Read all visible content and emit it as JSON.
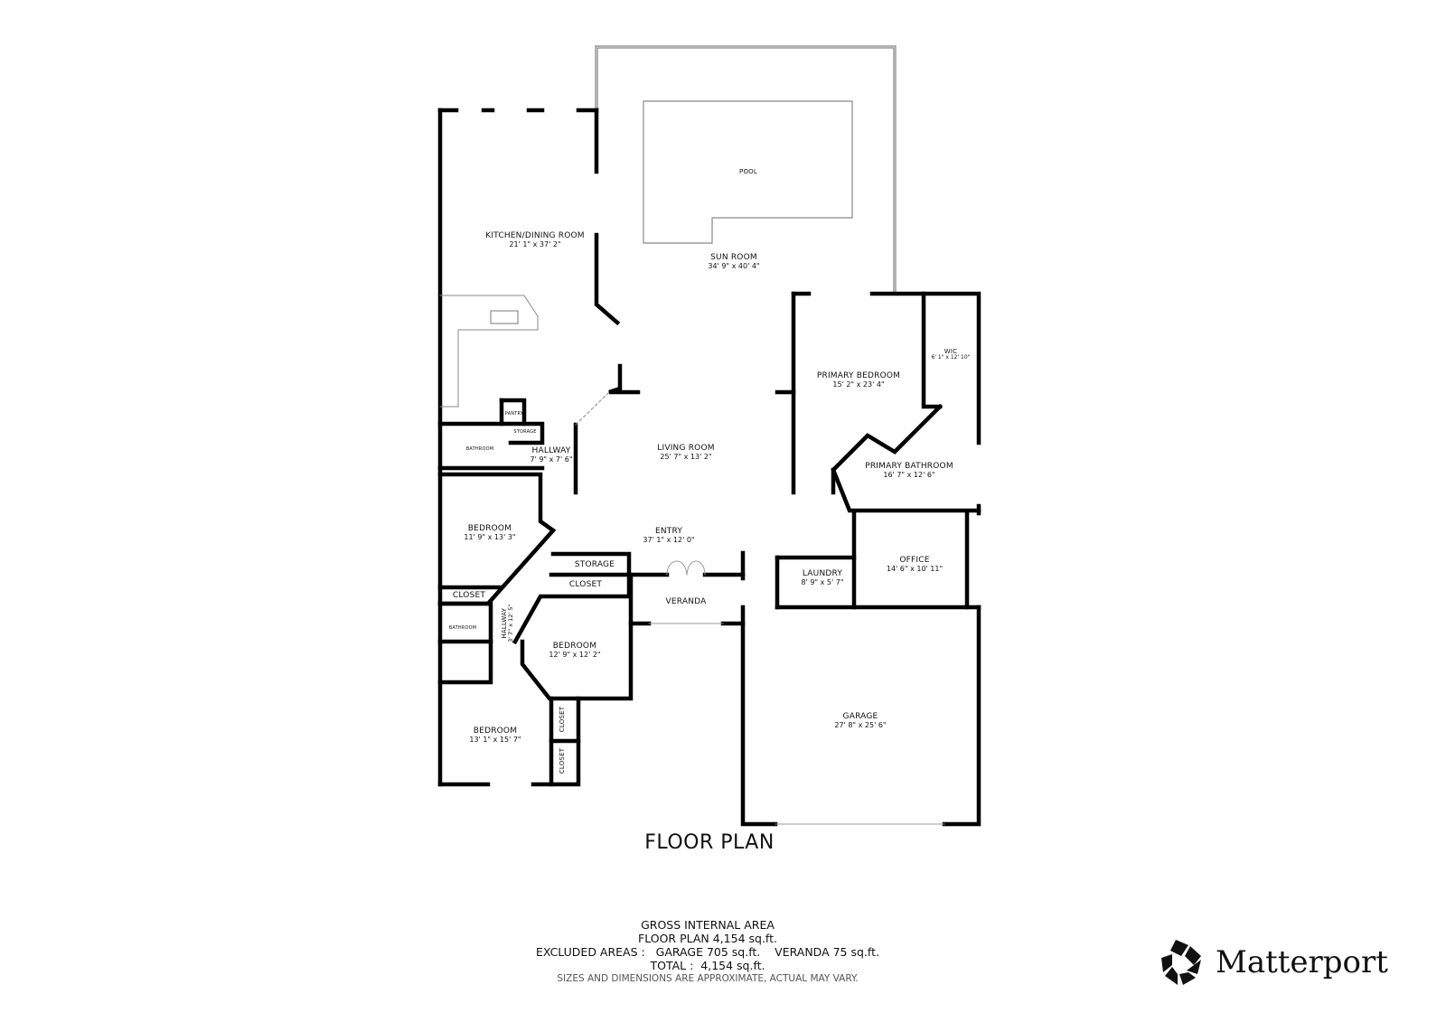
{
  "title": "FLOOR PLAN",
  "rooms": [
    {
      "name": "POOL",
      "dims": ""
    },
    {
      "name": "SUN ROOM",
      "dims": "34' 9\" x 40' 4\""
    },
    {
      "name": "KITCHEN/DINING ROOM",
      "dims": "21' 1\" x 37' 2\""
    },
    {
      "name": "PANTRY",
      "dims": ""
    },
    {
      "name": "STORAGE",
      "dims": ""
    },
    {
      "name": "BATHROOM",
      "dims": ""
    },
    {
      "name": "HALLWAY",
      "dims": "7' 9\" x 7' 6\""
    },
    {
      "name": "LIVING ROOM",
      "dims": "25' 7\" x 13' 2\""
    },
    {
      "name": "PRIMARY BEDROOM",
      "dims": "15' 2\" x 23' 4\""
    },
    {
      "name": "WIC",
      "dims": "6' 1\" x 12' 10\""
    },
    {
      "name": "PRIMARY BATHROOM",
      "dims": "16' 7\" x 12' 6\""
    },
    {
      "name": "BEDROOM",
      "dims": "11' 9\" x 13' 3\""
    },
    {
      "name": "ENTRY",
      "dims": "37' 1\" x 12' 0\""
    },
    {
      "name": "STORAGE",
      "dims": ""
    },
    {
      "name": "CLOSET",
      "dims": ""
    },
    {
      "name": "CLOSET",
      "dims": ""
    },
    {
      "name": "VERANDA",
      "dims": ""
    },
    {
      "name": "LAUNDRY",
      "dims": "8' 9\" x 5' 7\""
    },
    {
      "name": "OFFICE",
      "dims": "14' 6\" x 10' 11\""
    },
    {
      "name": "BATHROOM",
      "dims": ""
    },
    {
      "name": "HALLWAY",
      "dims": "3' 7\" x 12' 5\""
    },
    {
      "name": "BEDROOM",
      "dims": "12' 9\" x 12' 2\""
    },
    {
      "name": "BEDROOM",
      "dims": "13' 1\" x 15' 7\""
    },
    {
      "name": "CLOSET",
      "dims": ""
    },
    {
      "name": "CLOSET",
      "dims": ""
    },
    {
      "name": "GARAGE",
      "dims": "27' 8\" x 25' 6\""
    }
  ],
  "area_summary": {
    "heading": "GROSS INTERNAL AREA",
    "floor_plan": "FLOOR PLAN 4,154 sq.ft.",
    "excluded": "EXCLUDED AREAS :   GARAGE 705 sq.ft.    VERANDA 75 sq.ft.",
    "total": "TOTAL :  4,154 sq.ft.",
    "disclaimer": "SIZES AND DIMENSIONS ARE APPROXIMATE, ACTUAL MAY VARY."
  },
  "brand": {
    "name": "Matterport",
    "icon": "matterport-logo-icon"
  },
  "colors": {
    "wall": "#000000",
    "thin_line": "#777777",
    "background": "#ffffff"
  }
}
